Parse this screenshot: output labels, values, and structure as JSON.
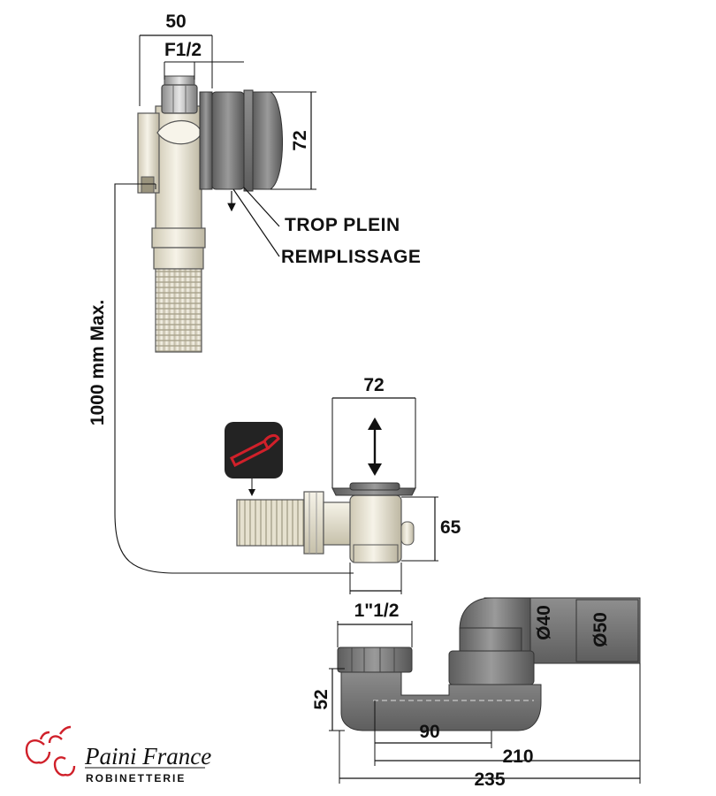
{
  "dimensions": {
    "top_width": "50",
    "thread": "F1/2",
    "top_height": "72",
    "hose_length": "1000 mm Max.",
    "drain_width": "72",
    "drain_height": "65",
    "trap_thread": "1\"1/2",
    "trap_height": "52",
    "d40": "Ø40",
    "d50": "Ø50",
    "len_90": "90",
    "len_210": "210",
    "len_235": "235"
  },
  "labels": {
    "overflow": "TROP PLEIN",
    "filling": "REMPLISSAGE"
  },
  "brand": {
    "name": "Paini France",
    "subtitle": "ROBINETTERIE"
  },
  "icons": {
    "cut": "saw-cut-icon",
    "arrow": "up-down-arrow-icon",
    "logo": "apple-logo-icon"
  },
  "colors": {
    "cream": "#ece8d8",
    "grey": "#7b7b7b",
    "accent": "#d0202a",
    "dark": "#222222"
  }
}
